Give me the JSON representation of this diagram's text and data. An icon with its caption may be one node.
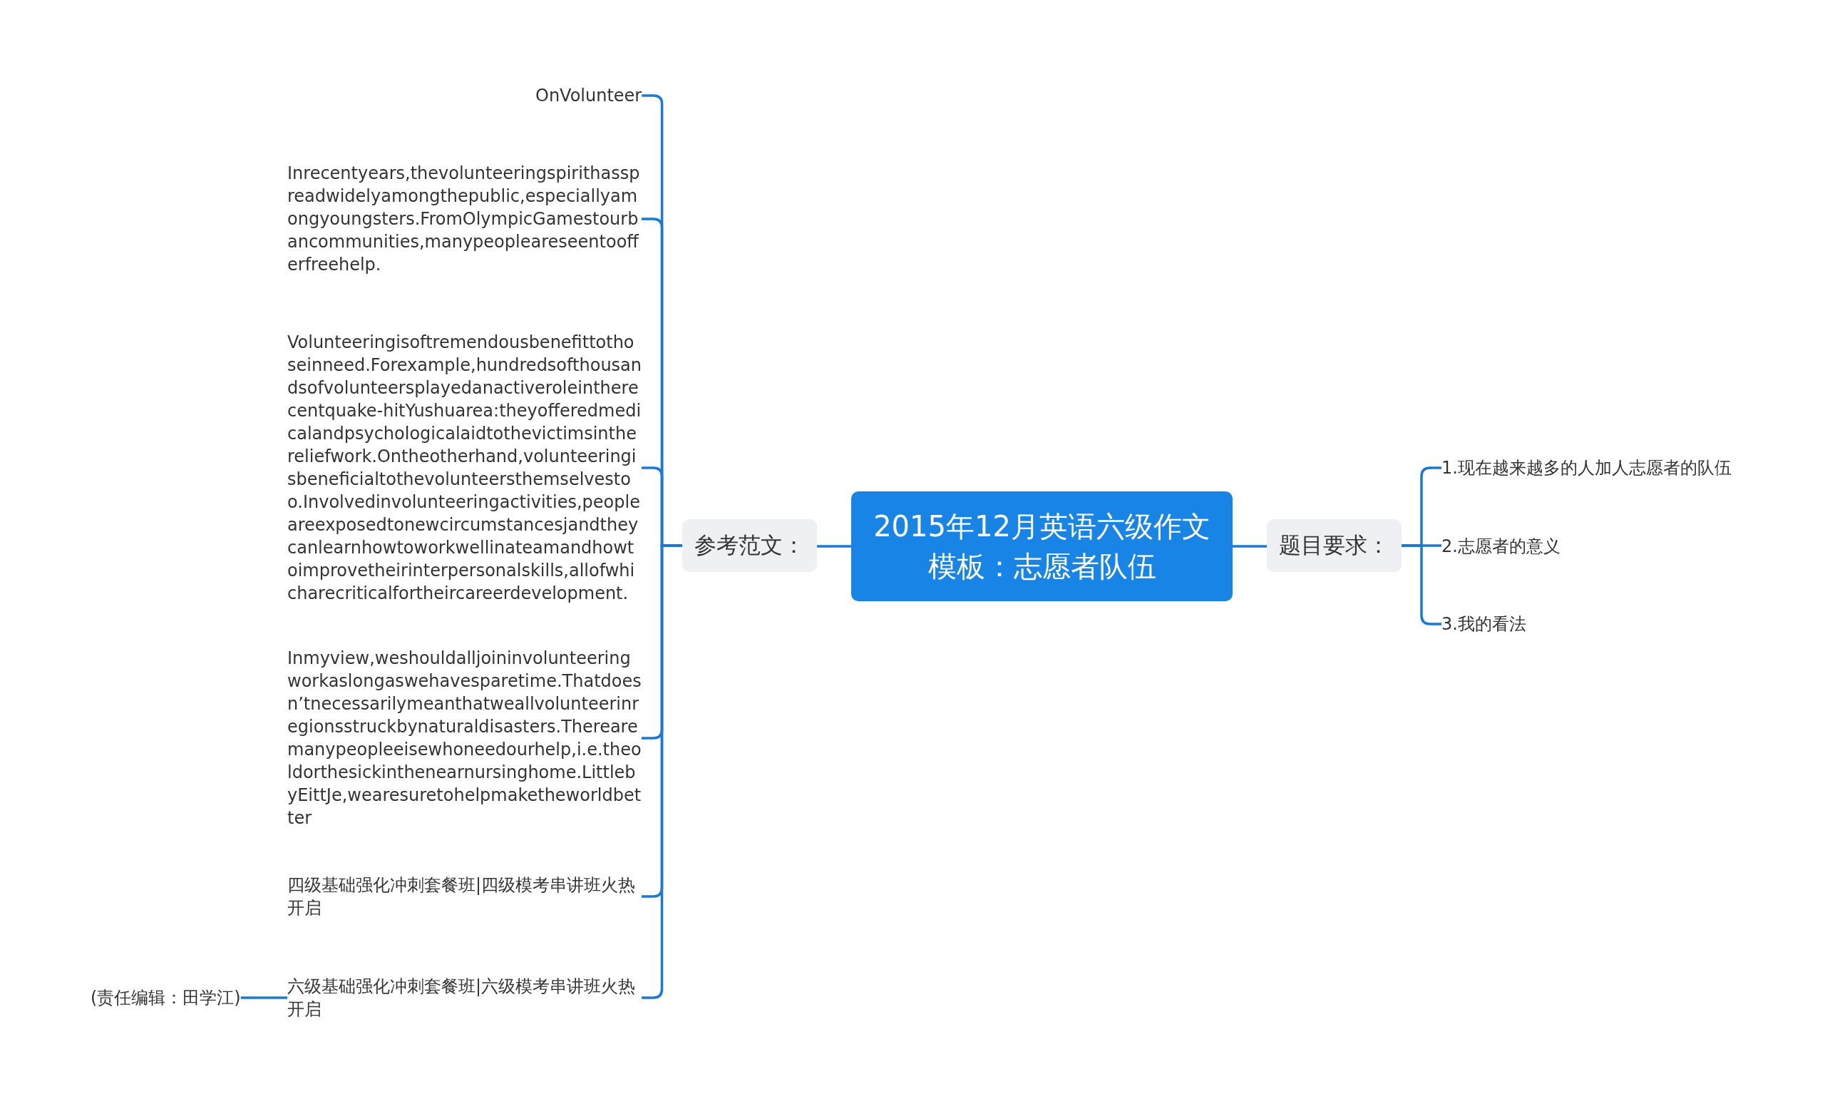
{
  "diagram": {
    "nodes": [
      {
        "text": [
          "2015年12月英语六级作文模板：志愿者队伍"
        ]
      },
      {
        "text": [
          "参考范文："
        ]
      },
      {
        "text": [
          "OnVolunteer"
        ]
      },
      {
        "text": [
          "Inrecentyears,thevolunteeringspirithasspreadwidelyamongthepublic,especiallyamongyoungsters.FromOlympicGamestourbancommunities,manypeopleareseentoofferfreehelp."
        ]
      },
      {
        "text": [
          "Volunteeringisoftremendousbenefittothoseinneed.Forexample,hundredsofthousandsofvolunteersplayedanactiveroleintherecentquake-hitYushuarea:theyofferedmedicalandpsychologicalaidtothevictimsinthereliefwork.Ontheotherhand,volunteeringisbeneficialtothevolunteersthemselvestoo.Involvedinvolunteeringactivities,peopleareexposedtonewcircumstancesjandtheycanlearnhowtoworkwellinateamandhowtoimprovetheirinterpersonalskills,allofwhicharecriticalfortheircareerdevelopment."
        ]
      },
      {
        "text": [
          "Inmyview,weshouldalljoininvolunteeringworkaslongaswehavesparetime.Thatdoesn’tnecessarilymeanthatweallvolunteerinregionsstruckbynaturaldisasters.Therearemanypeopleeisewhoneedourhelp,i.e.theoldorthesickinthenearnursinghome.LittlebyEittJe,wearesuretohelpmaketheworldbetter"
        ]
      },
      {
        "text": [
          "四级基础强化冲刺套餐班|四级模考串讲班火热开启"
        ]
      },
      {
        "text": [
          "六级基础强化冲刺套餐班|六级模考串讲班火热开启"
        ]
      },
      {
        "text": [
          "(责任编辑：田学江)"
        ]
      },
      {
        "text": [
          "题目要求："
        ]
      },
      {
        "text": [
          "1.现在越来越多的人加人志愿者的队伍"
        ]
      },
      {
        "text": [
          "2.志愿者的意义"
        ]
      },
      {
        "text": [
          "3.我的看法"
        ]
      }
    ],
    "edges": [
      {
        "from": 0,
        "to": 1,
        "arrow": "none"
      },
      {
        "from": 1,
        "to": 2,
        "arrow": "none"
      },
      {
        "from": 1,
        "to": 3,
        "arrow": "none"
      },
      {
        "from": 1,
        "to": 4,
        "arrow": "none"
      },
      {
        "from": 1,
        "to": 5,
        "arrow": "none"
      },
      {
        "from": 1,
        "to": 6,
        "arrow": "none"
      },
      {
        "from": 1,
        "to": 7,
        "arrow": "none"
      },
      {
        "from": 7,
        "to": 8,
        "arrow": "none"
      },
      {
        "from": 0,
        "to": 9,
        "arrow": "none"
      },
      {
        "from": 9,
        "to": 10,
        "arrow": "none"
      },
      {
        "from": 9,
        "to": 11,
        "arrow": "none"
      },
      {
        "from": 9,
        "to": 12,
        "arrow": "none"
      }
    ]
  }
}
